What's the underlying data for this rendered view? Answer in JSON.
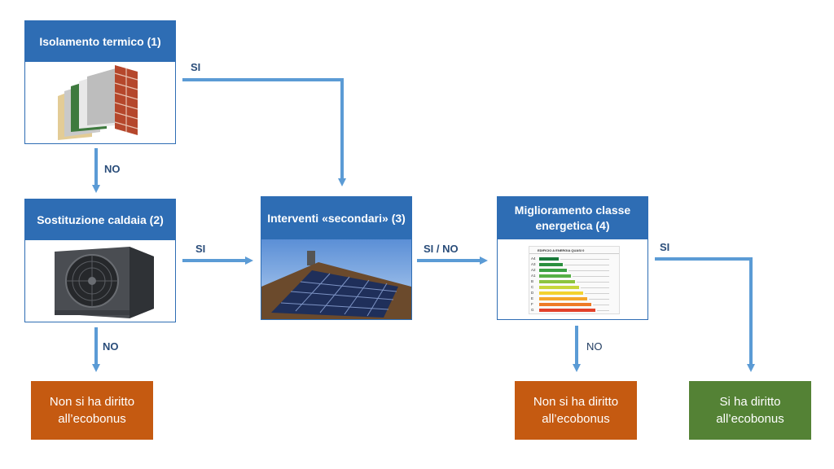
{
  "nodes": {
    "insulation": {
      "title": "Isolamento termico (1)",
      "image_icon": "insulation-layers-illustration"
    },
    "boiler": {
      "title": "Sostituzione  caldaia (2)",
      "image_icon": "heat-pump-unit-illustration"
    },
    "secondary": {
      "title": "Interventi «secondari» (3)",
      "image_icon": "solar-panels-roof-photo"
    },
    "energy_class": {
      "title": "Miglioramento  classe energetica (4)",
      "image_icon": "energy-label-chart",
      "label_title": "EDIFICIO A ENERGIA QUASI 0",
      "grades": [
        "A4",
        "A3",
        "A2",
        "A1",
        "B",
        "C",
        "D",
        "E",
        "F",
        "G"
      ]
    }
  },
  "results": {
    "no_bonus_1": "Non si ha diritto all’ecobonus",
    "no_bonus_2": "Non si ha diritto all’ecobonus",
    "bonus": "Si ha diritto all’ecobonus"
  },
  "edges": {
    "insulation_yes": "SI",
    "insulation_no": "NO",
    "boiler_yes": "SI",
    "boiler_no": "NO",
    "secondary_out": "SI / NO",
    "energy_no": "NO",
    "energy_yes": "SI"
  },
  "colors": {
    "box_blue": "#2e6db4",
    "arrow_blue": "#5b9bd5",
    "result_orange": "#c55a11",
    "result_green": "#548235"
  }
}
